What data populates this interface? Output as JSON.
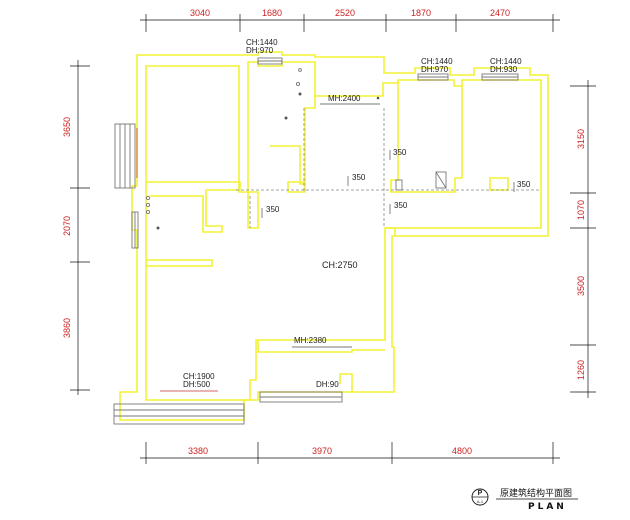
{
  "dimensions": {
    "top": [
      "3040",
      "1680",
      "2520",
      "1870",
      "2470"
    ],
    "bottom": [
      "3380",
      "3970",
      "4800"
    ],
    "left": [
      "3650",
      "2070",
      "3860"
    ],
    "right": [
      "3150",
      "1070",
      "3500",
      "1260"
    ]
  },
  "labels": {
    "ch_1440_a": "CH:1440",
    "dh_970_a": "DH:970",
    "ch_1440_b": "CH:1440",
    "dh_970_b": "DH:970",
    "ch_1440_c": "CH:1440",
    "dh_930": "DH:930",
    "mh_2400": "MH:2400",
    "step_350_a": "350",
    "step_350_b": "350",
    "step_350_c": "350",
    "step_350_d": "350",
    "step_350_e": "350",
    "ch_2750": "CH:2750",
    "mh_2380": "MH:2380",
    "ch_1900": "CH:1900",
    "dh_500": "DH:500",
    "dh_90": "DH:90"
  },
  "title_block": {
    "symbol": "P",
    "symbol_sub": "A-1",
    "caption": "原建筑结构平面图",
    "plan_word": "PLAN"
  }
}
